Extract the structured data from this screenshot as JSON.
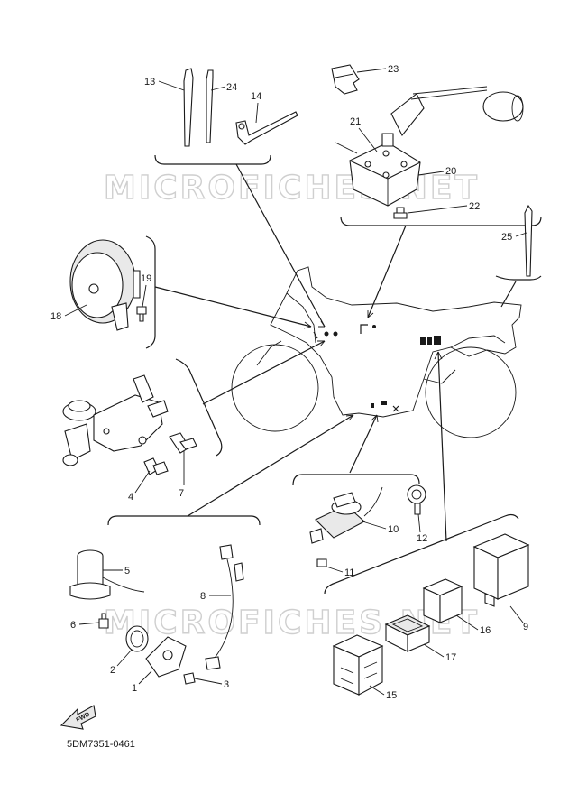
{
  "watermark": "MICROFICHES.NET",
  "fwd_label": "FWD",
  "diagram_code": "5DM7351-0461",
  "callouts": {
    "c1": "1",
    "c2": "2",
    "c3": "3",
    "c4": "4",
    "c5": "5",
    "c6": "6",
    "c7": "7",
    "c8": "8",
    "c9": "9",
    "c10": "10",
    "c11": "11",
    "c12": "12",
    "c13": "13",
    "c14": "14",
    "c15": "15",
    "c16": "16",
    "c17": "17",
    "c18": "18",
    "c19": "19",
    "c20": "20",
    "c21": "21",
    "c22": "22",
    "c23": "23",
    "c24": "24",
    "c25": "25"
  }
}
